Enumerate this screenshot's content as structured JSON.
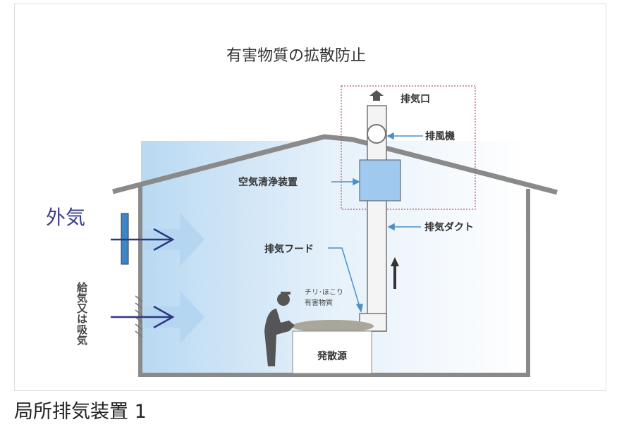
{
  "diagram": {
    "title": "有害物質の拡散防止",
    "labels": {
      "exhaust_outlet": "排気口",
      "exhaust_fan": "排風機",
      "air_cleaner": "空気清浄装置",
      "exhaust_duct": "排気ダクト",
      "exhaust_hood": "排気フード",
      "dust_line1": "チリ･ほこり",
      "dust_line2": "有害物質",
      "source": "発散源",
      "outside_air": "外気",
      "supply_air": "給気又は吸気"
    }
  },
  "caption": "局所排気装置 1",
  "colors": {
    "outside_air": "#3b3f8a",
    "cleaner": "#9fc9ee",
    "wall": "#8a8a8a"
  }
}
